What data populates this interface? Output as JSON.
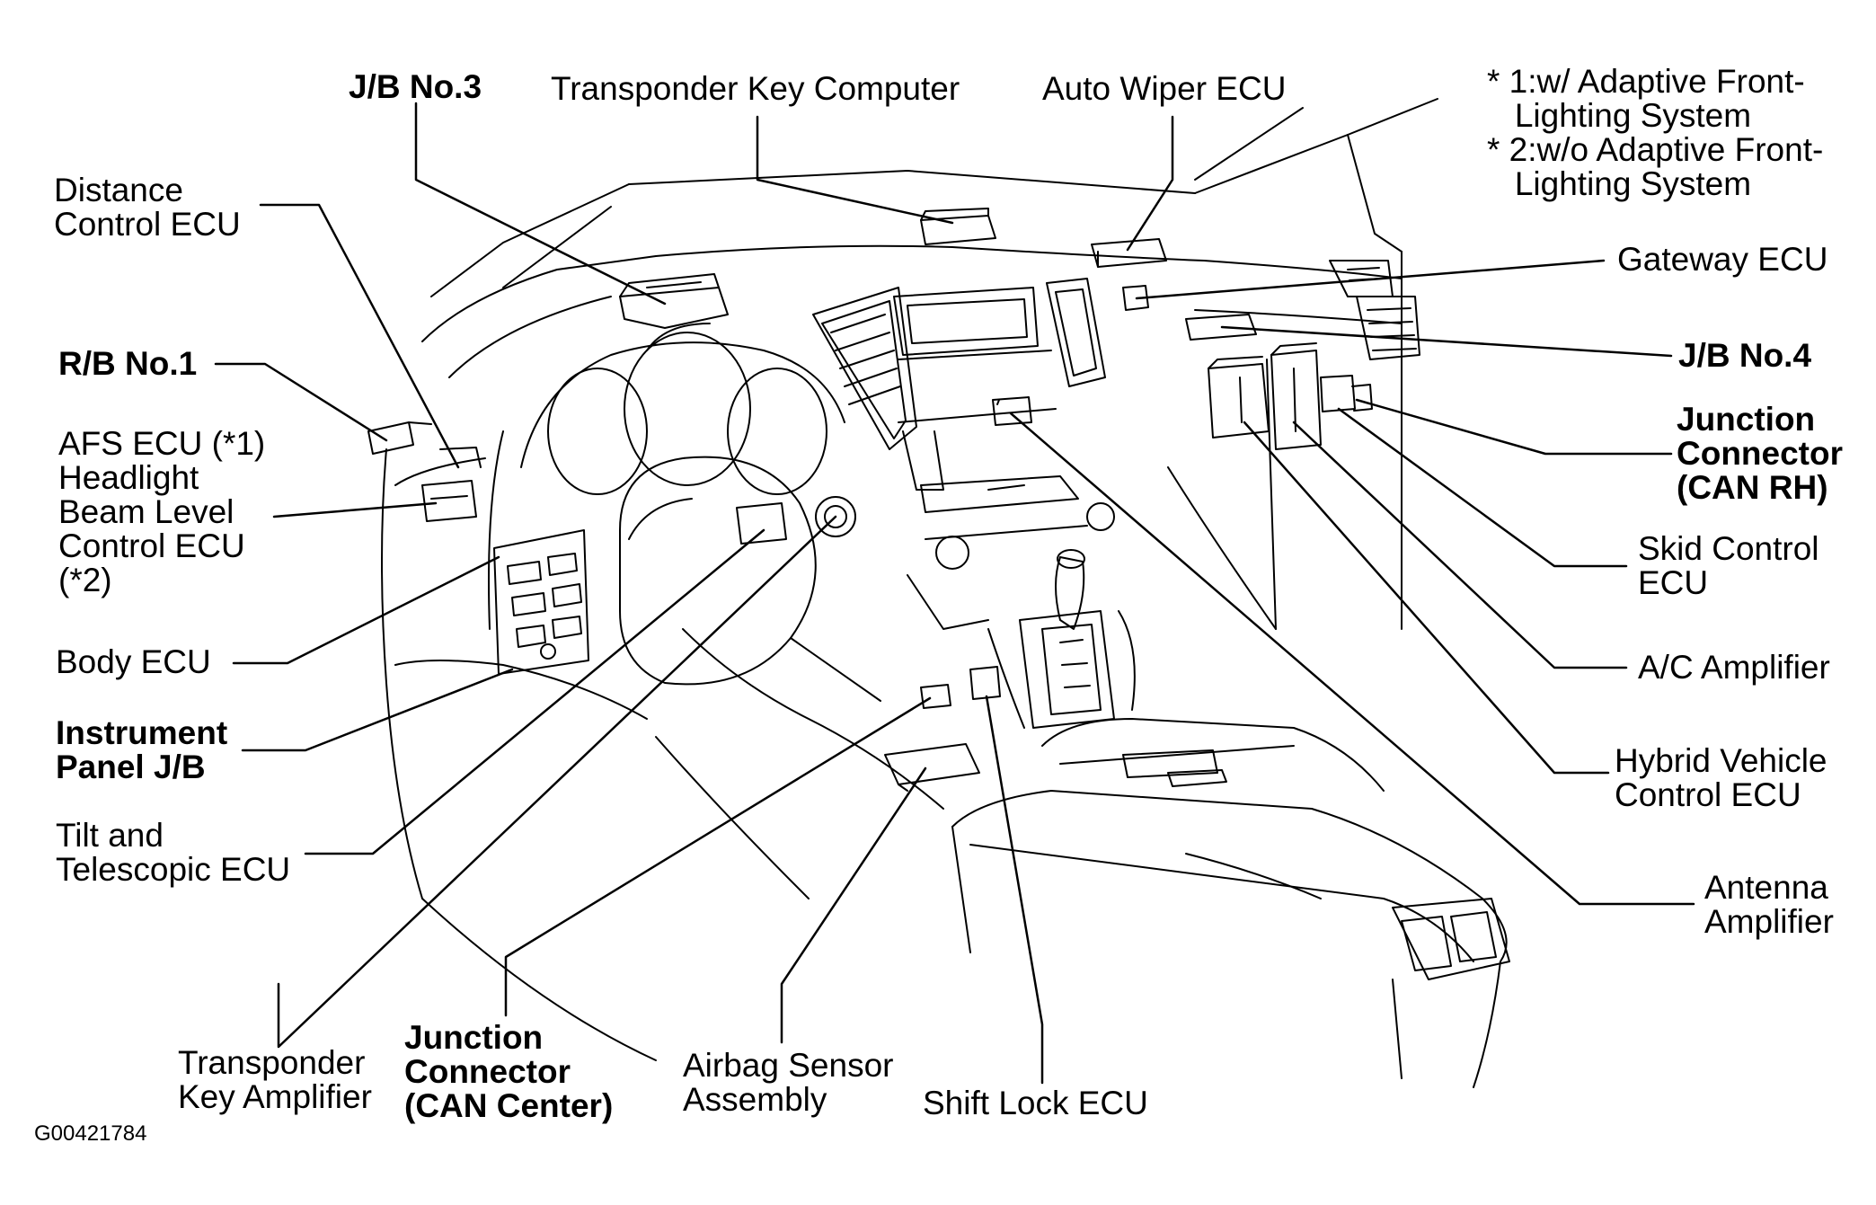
{
  "diagram": {
    "figure_code": "G00421784",
    "footnotes": {
      "note1": "* 1:w/ Adaptive Front-\n   Lighting System",
      "note2": "* 2:w/o Adaptive Front-\n   Lighting System"
    },
    "labels": {
      "jb3": "J/B No.3",
      "transponder_key_computer": "Transponder Key Computer",
      "auto_wiper_ecu": "Auto Wiper ECU",
      "distance_control_ecu": "Distance\nControl ECU",
      "gateway_ecu": "Gateway ECU",
      "rb1": "R/B No.1",
      "jb4": "J/B No.4",
      "afs_ecu": "AFS ECU (*1)\nHeadlight\nBeam Level\nControl ECU\n(*2)",
      "junction_connector_rh": "Junction\nConnector\n(CAN RH)",
      "skid_control_ecu": "Skid Control\nECU",
      "body_ecu": "Body ECU",
      "ac_amplifier": "A/C Amplifier",
      "instrument_panel_jb": "Instrument\nPanel J/B",
      "hybrid_vehicle_control_ecu": "Hybrid Vehicle\nControl ECU",
      "tilt_telescopic_ecu": "Tilt and\nTelescopic ECU",
      "antenna_amplifier": "Antenna\nAmplifier",
      "transponder_key_amplifier": "Transponder\nKey Amplifier",
      "junction_connector_center": "Junction\nConnector\n(CAN Center)",
      "airbag_sensor_assembly": "Airbag Sensor\nAssembly",
      "shift_lock_ecu": "Shift Lock ECU"
    }
  }
}
